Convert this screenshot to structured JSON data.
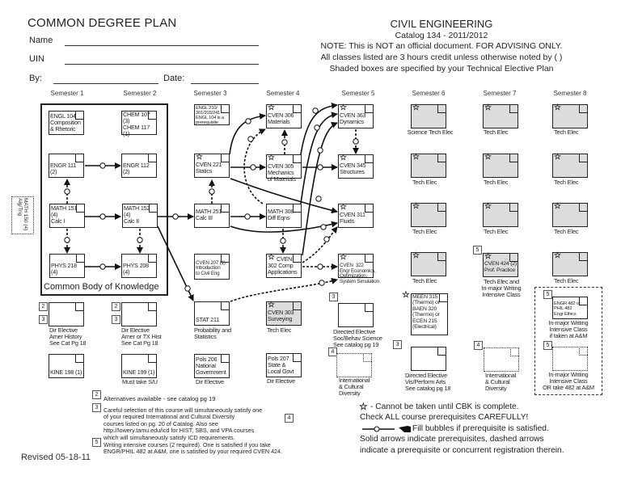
{
  "header": {
    "title": "COMMON DEGREE PLAN",
    "name_label": "Name",
    "uin_label": "UIN",
    "by_label": "By:",
    "date_label": "Date:",
    "program": "CIVIL ENGINEERING",
    "catalog": "Catalog 134 - 2011/2012",
    "note1": "NOTE: This is NOT an official document. FOR ADVISING ONLY.",
    "note2": "All classes listed are 3 hours credit unless otherwise noted by ( )",
    "note3": "Shaded boxes are specified by your Technical Elective Plan"
  },
  "semesters": [
    "Semester 1",
    "Semester 2",
    "Semester 3",
    "Semester 4",
    "Semester 5",
    "Semester 6",
    "Semester 7",
    "Semester 8"
  ],
  "cbk_label": "Common Body of Knowledge",
  "courses": {
    "math150": "MATH 150 (4)\nAlg/Trig",
    "engl104": "ENGL 104\nComposition\n& Rhetoric",
    "engr111": "ENGR 111 (2)",
    "math151": "MATH 151 (4)\nCalc I",
    "phys218": "PHYS 218 (4)",
    "chem107": "CHEM 107 (3)\nCHEM 117 (1)",
    "engr112": "ENGR 112 (2)",
    "math152": "MATH 152 (4)\nCalc II",
    "phys208": "PHYS 208 (4)",
    "engl210": "ENGL 210/\n301/203/241\nENGL 104 is a\nprerequisite",
    "cven221": "CVEN 221\nStatics",
    "math251": "MATH 251\nCalc III",
    "cven207": "CVEN 207 (1)\nIntroduction\nto Civil Eng",
    "stat211": "STAT 211",
    "pols206": "Pols 206\nNational\nGovernment",
    "cven306": "CVEN 306\nMaterials",
    "cven305": "CVEN 305\nMechanics\nof Materials",
    "math308": "MATH 308\nDiff Eqns",
    "cven302": "CVEN\n302 Comp\nApplications",
    "cven303": "CVEN 303\nSurveying",
    "pols207": "Pols 207\nState &\nLocal Govt",
    "cven363": "CVEN 363\nDynamics",
    "cven345": "CVEN 345\nStructures",
    "cven311": "CVEN 311\nFluids",
    "cven322": "CVEN  322\nEngr Economics,\nOptimization,\nSystem Simulation",
    "meen315": "MEEN 315\n(Thermo) or\nBAEN 320\n(Thermo) or\nECEN 215\n(Electrical)",
    "cven424": "CVEN 424 (2)\nProf. Practice",
    "engr482": "ENGR 482 or\nPHIL 482\nEngr Ethics",
    "kine198": "KINE 198 (1)",
    "kine199": "KINE 199 (1)"
  },
  "captions": {
    "amer_hist": "Dir Elective\nAmer History\nSee Cat Pg 18",
    "amer_tx_hist": "Dir Elective\nAmer or TX Hist\nSee Cat Pg 18",
    "stat211": "Probability and\nStatistics",
    "cven303": "Tech Elec",
    "pols206": "Dir Elective",
    "pols207": "Dir Elective",
    "kine199": "Must take S/U",
    "science_tech": "Science Tech Elec",
    "tech_elec": "Tech Elec",
    "soc_behav": "Directed Elective\nSoc/Behav Science\nSee catalog pg 19",
    "icd": "International\n& Cultural\nDiversity",
    "vis_perform": "Directed Elective\nVis/Perform Arts\nSee catalog pg 18",
    "cven424": "Tech Elec and\nIn-major Writing\nIntensive Class",
    "engr482": "In-major Writing\nIntensive Class\nif taken at A&M",
    "writing": "In-major Writing\nIntensive Class\nOR take 482 at A&M"
  },
  "footnote_numbers": [
    "2",
    "3",
    "4",
    "5"
  ],
  "footnotes": {
    "n2": "Alternatives available - see catalog pg 19",
    "n3": "Careful selection of this course will simultaneously satisfy one\nof your required International and Cultural Diversity\ncourses listed on pg. 20 of Catalog. Also see\nhttp://lowery.tamu.edu/icd for HIST, SBS, and VPA courses\nwhich will simultaneously satisfy ICD requirements.",
    "n5": "Writing intensive courses (2 required). One is satisfied if you take\nENGR/PHIL 482 at A&M, one is satisfied by your required CVEN 424."
  },
  "revised": "Revised 05-18-11",
  "legend": {
    "star": "- Cannot be taken until CBK is complete.",
    "check": "Check ALL course prerequisites CAREFULLY!",
    "bubble": "Fill bubbles if prerequisite is satisfied.",
    "arrows": "Solid arrows indicate prerequisites, dashed arrows\n      indicate a prerequisite or concurrent registration therein."
  },
  "colors": {
    "shaded": "#dcdcdc",
    "ink": "#222222"
  }
}
